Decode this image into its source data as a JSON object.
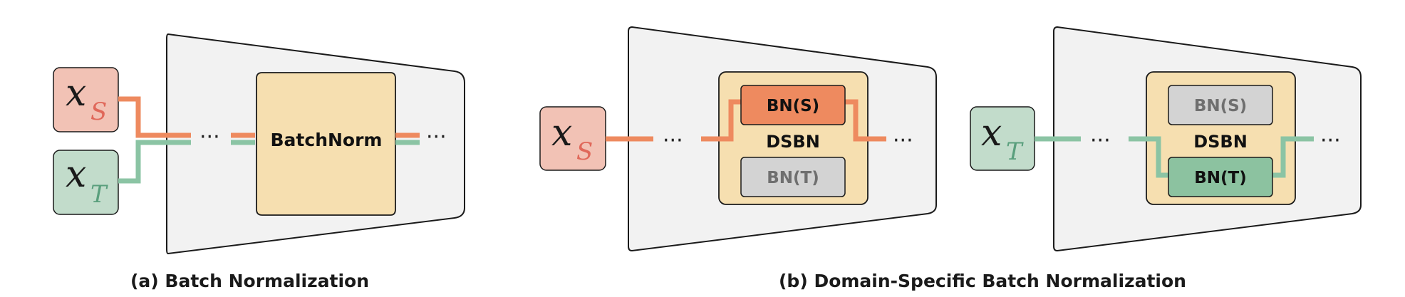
{
  "panel_a": {
    "input_source": {
      "var": "x",
      "sub": "S"
    },
    "input_target": {
      "var": "x",
      "sub": "T"
    },
    "ellipsis_in": "···",
    "ellipsis_out": "···",
    "block_label": "BatchNorm",
    "caption": "(a) Batch Normalization"
  },
  "panel_b": {
    "caption": "(b) Domain-Specific Batch Normalization",
    "source_path": {
      "input": {
        "var": "x",
        "sub": "S"
      },
      "ellipsis_in": "···",
      "ellipsis_out": "···",
      "dsbn_label": "DSBN",
      "bn_source": "BN(S)",
      "bn_target": "BN(T)",
      "active": "BN(S)"
    },
    "target_path": {
      "input": {
        "var": "x",
        "sub": "T"
      },
      "ellipsis_in": "···",
      "ellipsis_out": "···",
      "dsbn_label": "DSBN",
      "bn_source": "BN(S)",
      "bn_target": "BN(T)",
      "active": "BN(T)"
    }
  },
  "colors": {
    "source": "#ee8a5f",
    "source_fill": "#f2c2b5",
    "source_text": "#e0685a",
    "target": "#8bc4a4",
    "target_fill": "#c2dccb",
    "target_text": "#5a9f7d",
    "bn_source_active": "#ee8a5f",
    "bn_target_active": "#8cc2a0",
    "bn_inactive": "#d3d3d3",
    "bn_inactive_text": "#6f6f6f",
    "block_fill": "#f6dfb0",
    "trapezoid_fill": "#f2f2f2"
  }
}
